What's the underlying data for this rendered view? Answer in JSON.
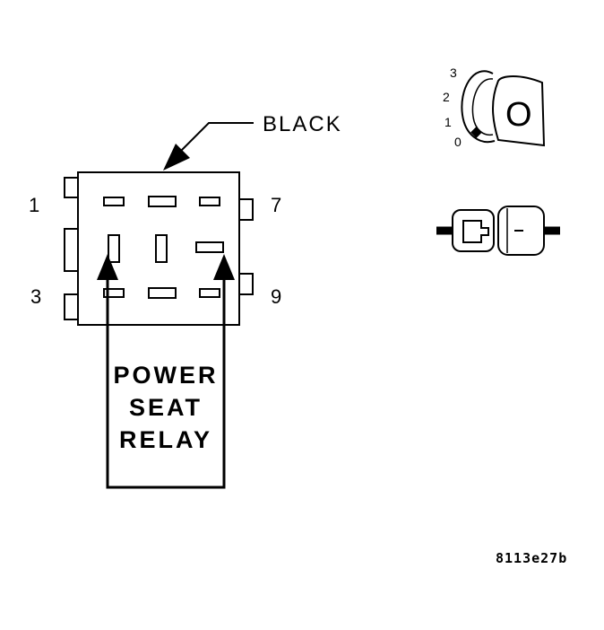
{
  "connector": {
    "color_callout": "BLACK",
    "pin_labels": {
      "top_left": "1",
      "top_right": "7",
      "bottom_left": "3",
      "bottom_right": "9"
    }
  },
  "relay_label": {
    "line1": "POWER",
    "line2": "SEAT",
    "line3": "RELAY"
  },
  "ohmmeter_icon": {
    "dial_marks": [
      "3",
      "2",
      "1",
      "0"
    ],
    "letter": "O"
  },
  "figure_code": "8113e27b"
}
